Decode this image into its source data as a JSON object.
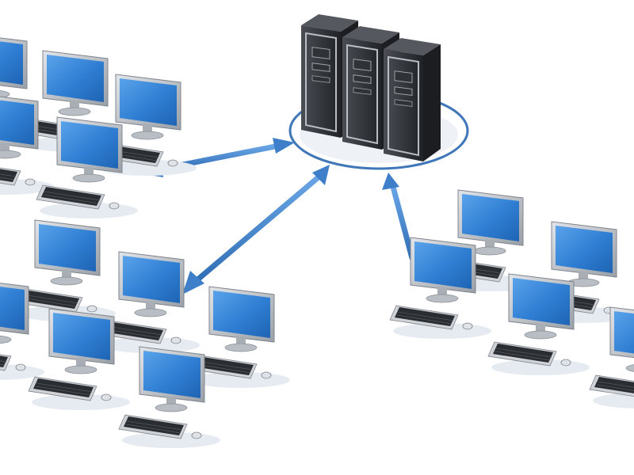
{
  "scene": {
    "server_count": 3,
    "client_group_count": 3,
    "link_count": 3
  },
  "colors": {
    "background": "#ffffff",
    "floor_shadow": "#eef2f7",
    "monitor_frame": "#c3c7cd",
    "monitor_frame_dark": "#8f949b",
    "monitor_screen": "#2f7ed3",
    "monitor_screen_light": "#5aa3ea",
    "keyboard_body": "#d4d7db",
    "keyboard_keys": "#25282c",
    "server_body": "#2c2f33",
    "server_front": "#45494f",
    "server_trim": "#b9bec5",
    "ring": "#3f77b8",
    "arrow": "#4f8fd9",
    "arrow_dark": "#2f6db5"
  },
  "icons": {
    "server": "server-tower-icon",
    "computer": "desktop-computer-icon",
    "link": "double-arrow-icon"
  }
}
